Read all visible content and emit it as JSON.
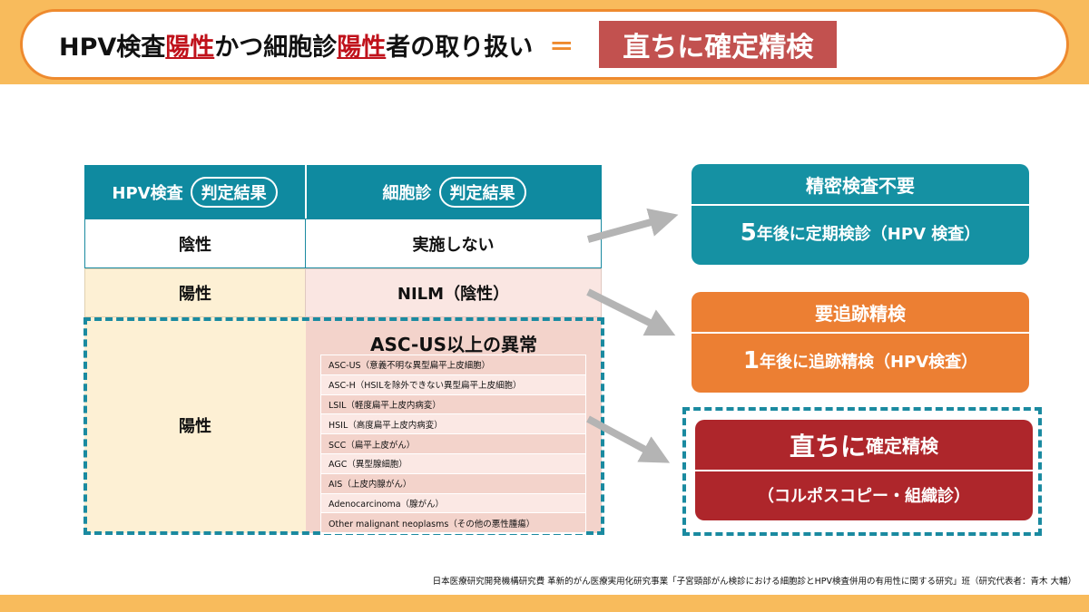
{
  "title": {
    "p1": "HPV検査",
    "p2": "陽性",
    "p3": "かつ細胞診",
    "p4": "陽性",
    "p5": "者の取り扱い",
    "eq": "＝",
    "badge": "直ちに確定精検"
  },
  "table": {
    "headers": [
      {
        "main": "HPV検査",
        "oval": "判定結果"
      },
      {
        "main": "細胞診",
        "oval": "判定結果"
      }
    ],
    "rows": [
      [
        "陰性",
        "実施しない"
      ],
      [
        "陽性",
        "NILM（陰性）"
      ],
      [
        "陽性",
        "ASC-US以上の異常"
      ]
    ],
    "abnormal_list": [
      "ASC-US（意義不明な異型扁平上皮細胞）",
      "ASC-H（HSILを除外できない異型扁平上皮細胞）",
      "LSIL（軽度扁平上皮内病変）",
      "HSIL（高度扁平上皮内病変）",
      "SCC（扁平上皮がん）",
      "AGC（異型腺細胞）",
      "AIS（上皮内腺がん）",
      "Adenocarcinoma（腺がん）",
      "Other malignant neoplasms（その他の悪性腫瘍）"
    ]
  },
  "outcomes": [
    {
      "title": "精密検査不要",
      "num": "5",
      "body": "年後に定期検診（HPV 検査）",
      "color": "#1591a3"
    },
    {
      "title": "要追跡精検",
      "num": "1",
      "body": "年後に追跡精検（HPV検査）",
      "color": "#ec7f33"
    },
    {
      "title_big": "直ちに",
      "title_small": "確定精検",
      "body": "（コルポスコピー・組織診）",
      "color": "#ae262b"
    }
  ],
  "credit": "日本医療研究開発機構研究費 革新的がん医療実用化研究事業「子宮頸部がん検診における細胞診とHPV検査併用の有用性に関する研究」班（研究代表者：青木 大輔）"
}
